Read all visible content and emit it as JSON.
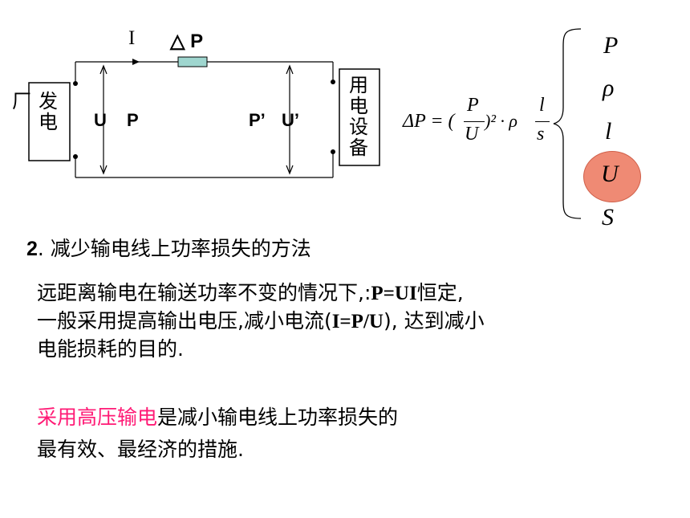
{
  "circuit": {
    "current_label": "I",
    "loss_label": "△ P",
    "factory_label": "厂",
    "generator_label": "发电",
    "voltage_label_left": "U",
    "power_label_left": "P",
    "power_label_right": "P’",
    "voltage_label_right": "U’",
    "load_label": "用电设备"
  },
  "formula": {
    "lhs": "ΔP = (",
    "numerator": "P",
    "denominator": "U",
    "rhs_mid": ")² · ρ",
    "frac2_num": "l",
    "frac2_den": "s"
  },
  "variables": [
    "P",
    "ρ",
    "l",
    "U",
    "S"
  ],
  "highlight_variable": "U",
  "highlight_color": "#ef8a74",
  "section": {
    "number": "2",
    "title": ".  减少输电线上功率损失的方法"
  },
  "paragraph1": {
    "line1_a": "远距离输电在输送功率不变的情况下,:",
    "line1_b": "P=UI",
    "line1_c": "恒定,",
    "line2_a": "一般采用提高输出电压,减小电流(",
    "line2_b": "I=P/U",
    "line2_c": "), 达到减小",
    "line3": "电能损耗的目的."
  },
  "paragraph2": {
    "highlight": "采用高压输电",
    "rest": "是减小输电线上功率损失的",
    "line2": "最有效、最经济的措施."
  },
  "colors": {
    "accent_pink": "#ff1a75",
    "resistor_fill": "#9fd6cf",
    "wire": "#000000"
  }
}
